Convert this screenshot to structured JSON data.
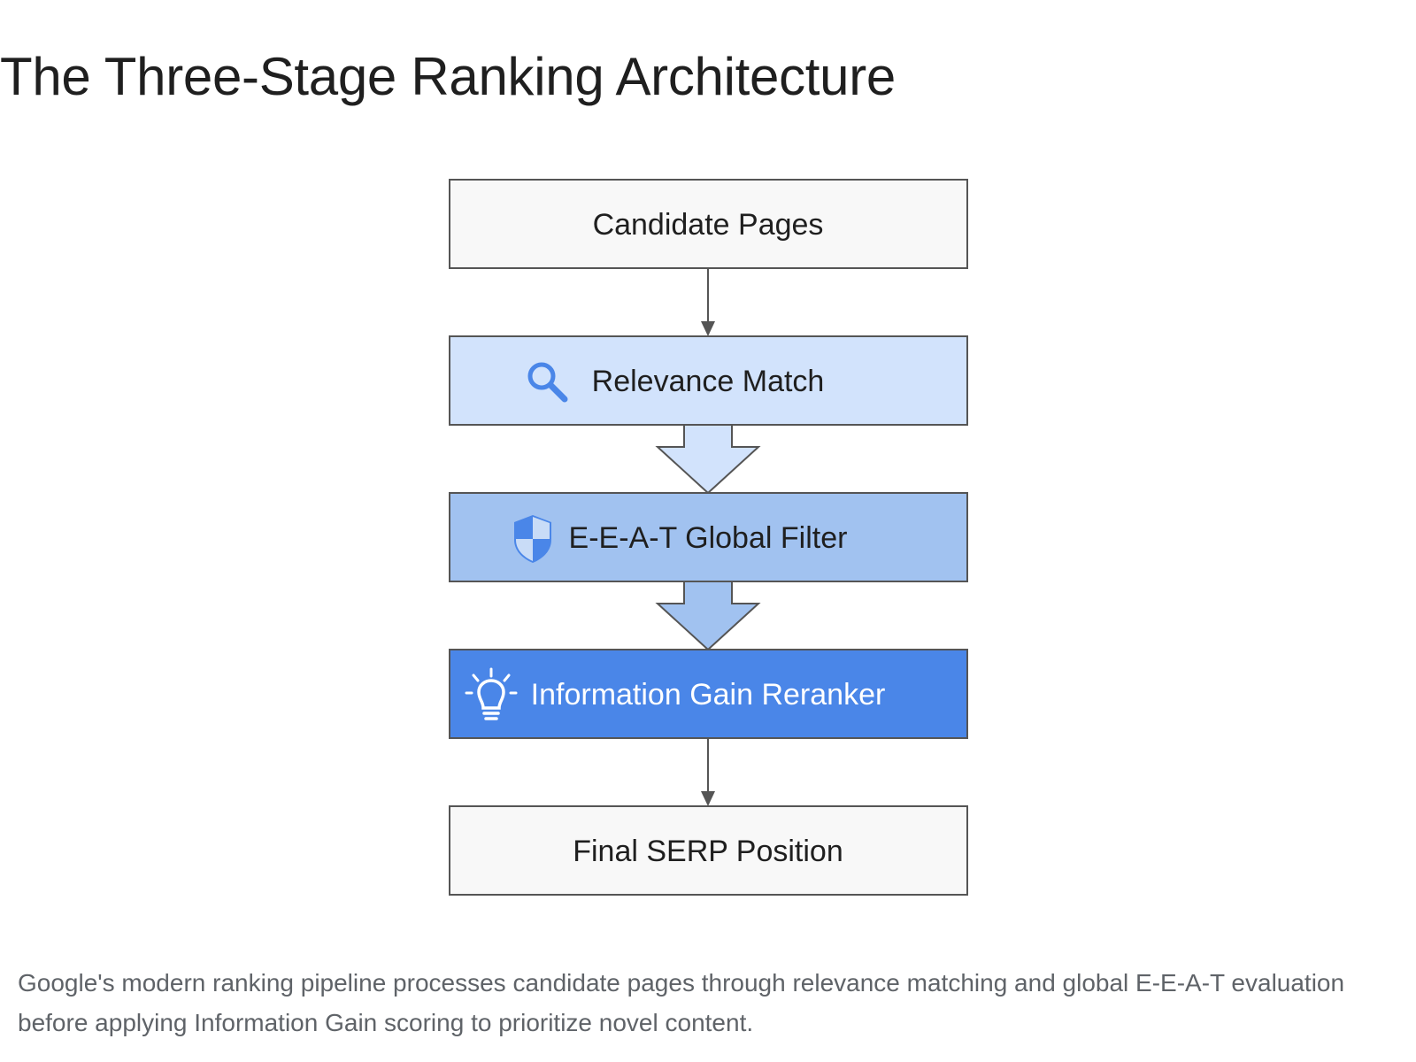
{
  "page": {
    "title": "The Three-Stage Ranking Architecture",
    "caption": "Google's modern ranking pipeline processes candidate pages through relevance matching and global E-E-A-T evaluation before applying Information Gain scoring to prioritize novel content."
  },
  "diagram": {
    "stages": [
      {
        "id": "candidate-pages",
        "label": "Candidate Pages",
        "icon": null,
        "fill": "#f8f8f8",
        "text_color": "#1f1f1f"
      },
      {
        "id": "relevance-match",
        "label": "Relevance Match",
        "icon": "search-icon",
        "fill": "#d2e3fc",
        "text_color": "#1f1f1f"
      },
      {
        "id": "eeat-global-filter",
        "label": "E-E-A-T Global Filter",
        "icon": "shield-icon",
        "fill": "#a1c2f0",
        "text_color": "#1f1f1f"
      },
      {
        "id": "information-gain-reranker",
        "label": "Information Gain Reranker",
        "icon": "lightbulb-icon",
        "fill": "#4a86e8",
        "text_color": "#ffffff"
      },
      {
        "id": "final-serp-position",
        "label": "Final SERP Position",
        "icon": null,
        "fill": "#f8f8f8",
        "text_color": "#1f1f1f"
      }
    ],
    "connectors": [
      {
        "from": "candidate-pages",
        "to": "relevance-match",
        "style": "thin-arrow"
      },
      {
        "from": "relevance-match",
        "to": "eeat-global-filter",
        "style": "block-arrow",
        "fill": "#d2e3fc"
      },
      {
        "from": "eeat-global-filter",
        "to": "information-gain-reranker",
        "style": "block-arrow",
        "fill": "#a1c2f0"
      },
      {
        "from": "information-gain-reranker",
        "to": "final-serp-position",
        "style": "thin-arrow"
      }
    ],
    "colors": {
      "stroke": "#555555",
      "icon_blue": "#4a86e8",
      "icon_white": "#ffffff"
    }
  }
}
